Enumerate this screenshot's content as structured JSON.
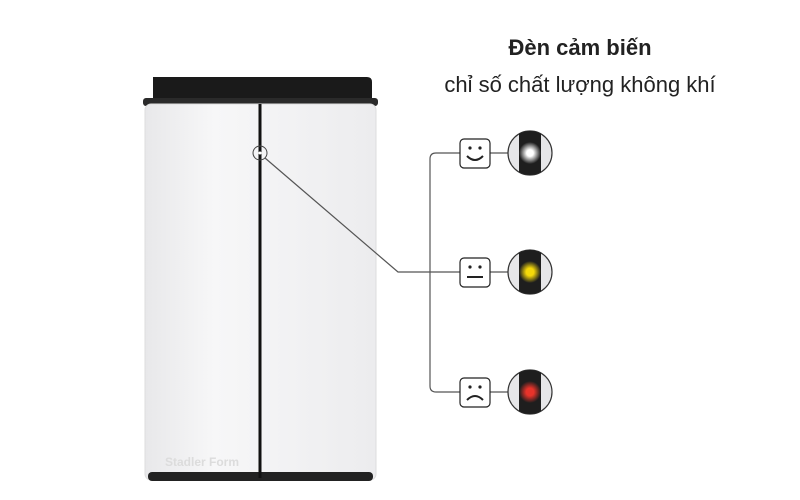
{
  "heading": {
    "title": "Đèn cảm biến",
    "subtitle": "chỉ số chất lượng không khí"
  },
  "device": {
    "brand_logo": "Stadler Form",
    "body_color": "#f4f4f5",
    "trim_color": "#1c1c1c"
  },
  "levels": [
    {
      "face": "happy-face-icon",
      "light_color": "#ffffff"
    },
    {
      "face": "neutral-face-icon",
      "light_color": "#f5d90a"
    },
    {
      "face": "sad-face-icon",
      "light_color": "#e8332a"
    }
  ]
}
